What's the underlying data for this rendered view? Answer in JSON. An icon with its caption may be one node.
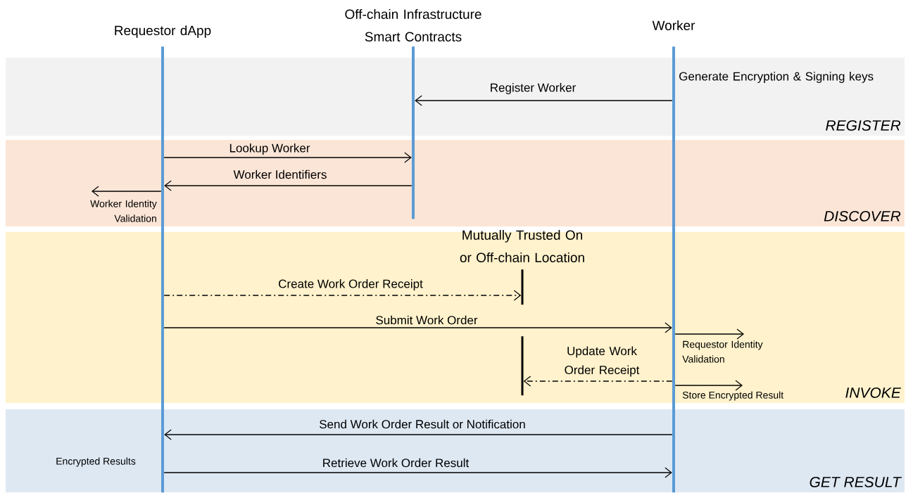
{
  "diagram": {
    "nodes": [
      {
        "text": [
          "Requestor dApp"
        ]
      },
      {
        "text": [
          "Off-chain Infrastructure Smart Contracts"
        ]
      },
      {
        "text": [
          "Worker"
        ]
      },
      {
        "text": [
          "Mutually Trusted On or Off-chain Location"
        ]
      },
      {
        "text": [],
        "shape": "bar"
      }
    ],
    "edges": [
      {
        "from": 2,
        "to": 1,
        "arrow": "to",
        "label": "Register Worker"
      },
      {
        "from": 0,
        "to": 1,
        "arrow": "to",
        "label": "Lookup Worker"
      },
      {
        "from": 1,
        "to": 0,
        "arrow": "to",
        "label": "Worker Identifiers"
      },
      {
        "from": 0,
        "to": null,
        "arrow": "to",
        "label": "Worker Identity Validation"
      },
      {
        "from": 0,
        "to": 3,
        "arrow": "to",
        "label": "Create Work Order Receipt",
        "style": "dashed"
      },
      {
        "from": 0,
        "to": 2,
        "arrow": "to",
        "label": "Submit Work Order"
      },
      {
        "from": 2,
        "to": null,
        "arrow": "to",
        "label": "Requestor Identity Validation"
      },
      {
        "from": 2,
        "to": 4,
        "arrow": "to",
        "label": "Update Work Order Receipt",
        "style": "dashed"
      },
      {
        "from": 2,
        "to": null,
        "arrow": "to",
        "label": "Store Encrypted Result"
      },
      {
        "from": 2,
        "to": 0,
        "arrow": "to",
        "label": "Send Work Order Result or Notification"
      },
      {
        "from": 0,
        "to": 2,
        "arrow": "to",
        "label": "Retrieve Work Order Result"
      }
    ],
    "labels": [
      "Generate Encryption & Signing keys",
      "REGISTER",
      "DISCOVER",
      "INVOKE",
      "Encrypted Results",
      "GET RESULT"
    ]
  }
}
